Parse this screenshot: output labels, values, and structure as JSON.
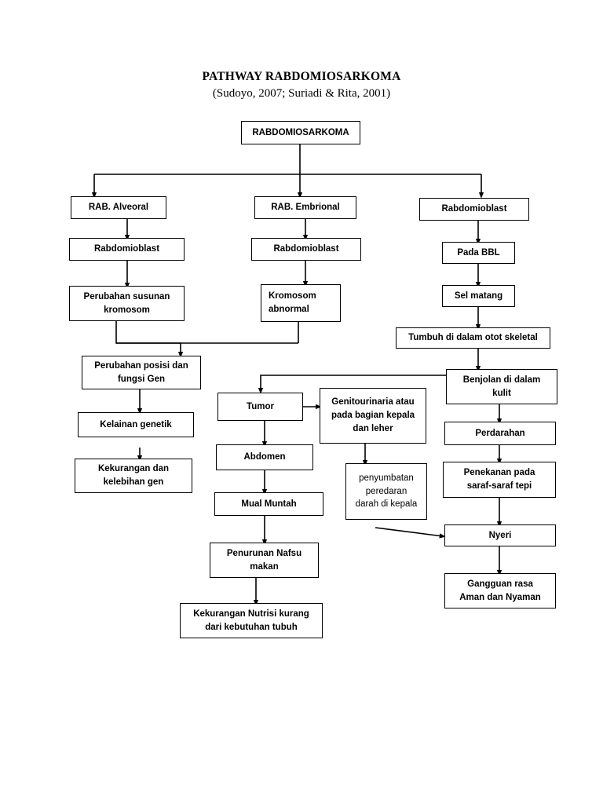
{
  "document": {
    "title": "PATHWAY RABDOMIOSARKOMA",
    "subtitle": "(Sudoyo, 2007; Suriadi & Rita, 2001)"
  },
  "diagram": {
    "type": "flowchart",
    "orientation": "top-down",
    "nodes": {
      "root": "RABDOMIOSARKOMA",
      "branch_alveoral": "RAB. Alveoral",
      "branch_embrional": "RAB. Embrional",
      "branch_rabdomioblast": "Rabdomioblast",
      "alveoral_rabdomioblast": "Rabdomioblast",
      "embrional_rabdomioblast": "Rabdomioblast",
      "perubahan_susunan": "Perubahan susunan\nkromosom",
      "kromosom_abnormal": "Kromosom\nabnormal",
      "pada_bbl": "Pada BBL",
      "sel_matang": "Sel matang",
      "tumbuh_otot": "Tumbuh di dalam otot skeletal",
      "perubahan_posisi": "Perubahan posisi dan\nfungsi Gen",
      "kelainan_genetik": "Kelainan genetik",
      "kekurangan_gen": "Kekurangan dan\nkelebihan gen",
      "tumor": "Tumor",
      "genitourinaria": "Genitourinaria atau\npada bagian kepala\ndan leher",
      "abdomen": "Abdomen",
      "mual_muntah": "Mual Muntah",
      "penurunan_nafsu": "Penurunan Nafsu\nmakan",
      "kekurangan_nutrisi": "Kekurangan Nutrisi kurang\ndari kebutuhan tubuh",
      "penyumbatan": "penyumbatan\nperedaran\ndarah di kepala",
      "benjolan": "Benjolan di dalam\nkulit",
      "perdarahan": "Perdarahan",
      "penekanan_saraf": "Penekanan pada\nsaraf-saraf tepi",
      "nyeri": "Nyeri",
      "gangguan_rasa": "Gangguan rasa\nAman dan Nyaman"
    },
    "edges": [
      {
        "from": "root",
        "to": "branch_alveoral"
      },
      {
        "from": "root",
        "to": "branch_embrional"
      },
      {
        "from": "root",
        "to": "branch_rabdomioblast"
      },
      {
        "from": "branch_alveoral",
        "to": "alveoral_rabdomioblast"
      },
      {
        "from": "alveoral_rabdomioblast",
        "to": "perubahan_susunan"
      },
      {
        "from": "branch_embrional",
        "to": "embrional_rabdomioblast"
      },
      {
        "from": "embrional_rabdomioblast",
        "to": "kromosom_abnormal"
      },
      {
        "from": "perubahan_susunan",
        "to": "perubahan_posisi"
      },
      {
        "from": "kromosom_abnormal",
        "to": "perubahan_posisi"
      },
      {
        "from": "perubahan_posisi",
        "to": "kelainan_genetik"
      },
      {
        "from": "kelainan_genetik",
        "to": "kekurangan_gen"
      },
      {
        "from": "branch_rabdomioblast",
        "to": "pada_bbl"
      },
      {
        "from": "pada_bbl",
        "to": "sel_matang"
      },
      {
        "from": "sel_matang",
        "to": "tumbuh_otot"
      },
      {
        "from": "tumbuh_otot",
        "to": "benjolan"
      },
      {
        "from": "benjolan",
        "to": "tumor"
      },
      {
        "from": "benjolan",
        "to": "perdarahan"
      },
      {
        "from": "perdarahan",
        "to": "penekanan_saraf"
      },
      {
        "from": "penekanan_saraf",
        "to": "nyeri"
      },
      {
        "from": "nyeri",
        "to": "gangguan_rasa"
      },
      {
        "from": "tumor",
        "to": "genitourinaria"
      },
      {
        "from": "tumor",
        "to": "abdomen"
      },
      {
        "from": "abdomen",
        "to": "mual_muntah"
      },
      {
        "from": "mual_muntah",
        "to": "penurunan_nafsu"
      },
      {
        "from": "penurunan_nafsu",
        "to": "kekurangan_nutrisi"
      },
      {
        "from": "genitourinaria",
        "to": "penyumbatan"
      },
      {
        "from": "penyumbatan",
        "to": "nyeri"
      }
    ],
    "colors": {
      "line": "#000000",
      "box_border": "#000000",
      "box_fill": "#ffffff",
      "text": "#000000",
      "page_background": "#ffffff"
    }
  }
}
